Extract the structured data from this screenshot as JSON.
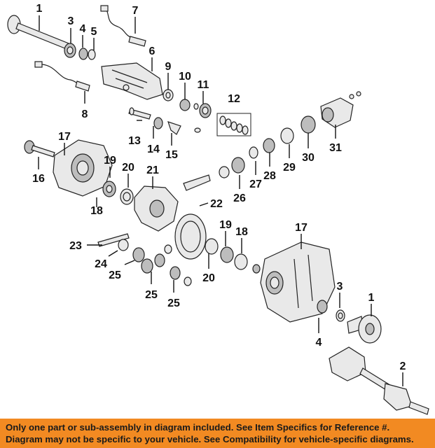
{
  "callouts": {
    "c1a": "1",
    "c3a": "3",
    "c4a": "4",
    "c5": "5",
    "c7": "7",
    "c6": "6",
    "c9": "9",
    "c10": "10",
    "c11": "11",
    "c12": "12",
    "c8": "8",
    "c13": "13",
    "c14": "14",
    "c15": "15",
    "c17a": "17",
    "c16": "16",
    "c19a": "19",
    "c20a": "20",
    "c21": "21",
    "c18a": "18",
    "c22": "22",
    "c26": "26",
    "c27": "27",
    "c28": "28",
    "c29": "29",
    "c30": "30",
    "c31": "31",
    "c23": "23",
    "c24": "24",
    "c25a": "25",
    "c25b": "25",
    "c25c": "25",
    "c20b": "20",
    "c19b": "19",
    "c18b": "18",
    "c17b": "17",
    "c3b": "3",
    "c1b": "1",
    "c4b": "4",
    "c2": "2"
  },
  "footer": {
    "line1": "Only one part or sub-assembly in diagram included. See Item Specifics for Reference #.",
    "line2": "Diagram may not be specific to your vehicle. See Compatibility for vehicle-specific diagrams."
  }
}
